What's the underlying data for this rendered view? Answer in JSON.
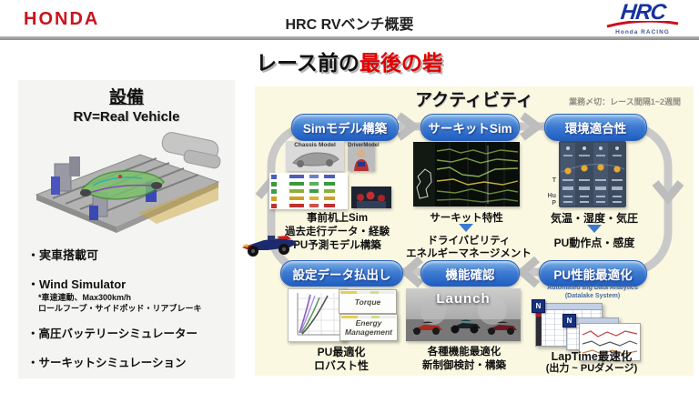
{
  "header": {
    "brand": "HONDA",
    "title": "HRC RVベンチ概要",
    "logo": {
      "text": "HRC",
      "subtext": "Honda RACING"
    }
  },
  "subtitle": {
    "prefix": "レース前の",
    "highlight": "最後の砦"
  },
  "equipment": {
    "title": "設備",
    "subtitle": "RV=Real Vehicle",
    "bullets": {
      "b1": "・実車搭載可",
      "b2": "・Wind Simulator",
      "b2_sub1": "*車速連動、Max300km/h",
      "b2_sub2": "ロールフープ・サイドポッド・リアブレーキ",
      "b3": "・高圧バッテリーシミュレーター",
      "b4": "・サーキットシミュレーション"
    }
  },
  "activity": {
    "title": "アクティビティ",
    "deadline_note": "業務〆切：レース間隔1~2週間",
    "sim_model": {
      "box": "Simモデル構築",
      "img1_label": "Chassis Model",
      "img2_label": "DriverModel",
      "line1": "事前机上Sim",
      "line2": "過去走行データ・経験",
      "line3": "PU予測モデル構築"
    },
    "circuit_sim": {
      "box": "サーキットSim",
      "line1": "サーキット特性",
      "line2": "ドライバビリティ",
      "line3": "エネルギーマネージメント"
    },
    "env": {
      "box": "環境適合性",
      "label_t": "T",
      "label_hu": "Hu",
      "label_p": "P",
      "line1": "気温・湿度・気圧",
      "line2": "PU動作点・感度"
    },
    "data_out": {
      "box": "設定データ払出し",
      "tag1": "Torque",
      "tag2": "Energy Management",
      "line1": "PU最適化",
      "line2": "ロバスト性"
    },
    "func_check": {
      "box": "機能確認",
      "overlay": "Launch",
      "line1": "各種機能最適化",
      "line2": "新制御検討・構築"
    },
    "pu_opt": {
      "box": "PU性能最適化",
      "note1": "Automated Big Data Analytics",
      "note2": "(Datalake System)",
      "line1": "LapTime最速化",
      "line2": "(出力 ~ PUダメージ)"
    }
  },
  "colors": {
    "accent_blue": "#2f6fc4",
    "brand_red": "#c9151e",
    "highlight_red": "#e10000",
    "panel_yellow": "#fbf8e2",
    "ring_gray": "#c9c9c9"
  }
}
